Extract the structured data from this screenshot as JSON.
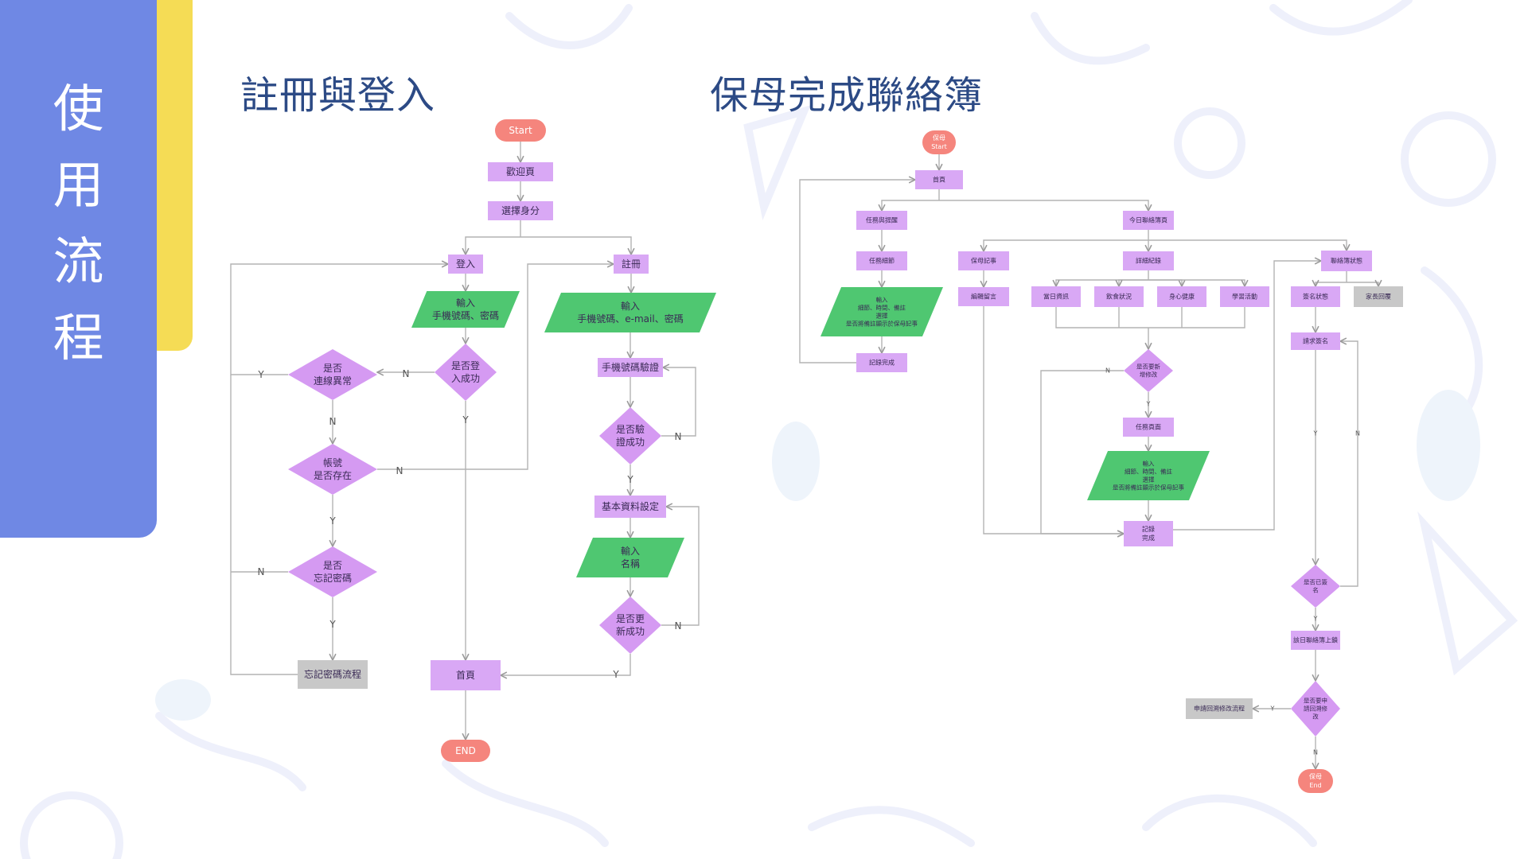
{
  "sidebar": {
    "title_chars": [
      "使",
      "用",
      "流",
      "程"
    ]
  },
  "colors": {
    "sidebar_blue": "#6f88e4",
    "sidebar_yellow": "#f5dc55",
    "title_text": "#2c4a85",
    "process_fill": "#d9a8f5",
    "decision_fill": "#d59af2",
    "io_fill": "#4fc771",
    "terminal_fill": "#f5857d",
    "neutral_fill": "#c8c8c8",
    "connector": "#9a9a9a"
  },
  "flowchart_register_login": {
    "title": "註冊與登入",
    "nodes": {
      "start": "Start",
      "welcome": "歡迎頁",
      "choose_role": "選擇身分",
      "login": "登入",
      "register": "註冊",
      "login_input": [
        "輸入",
        "手機號碼、密碼"
      ],
      "login_success": [
        "是否登",
        "入成功"
      ],
      "connection_error": [
        "是否",
        "連線異常"
      ],
      "account_exists": [
        "帳號",
        "是否存在"
      ],
      "forgot_password": [
        "是否",
        "忘記密碼"
      ],
      "forgot_flow": "忘記密碼流程",
      "register_input": [
        "輸入",
        "手機號碼、e-mail、密碼"
      ],
      "phone_verify": "手機號碼驗證",
      "verify_success": [
        "是否驗",
        "證成功"
      ],
      "basic_settings": "基本資料設定",
      "name_input": [
        "輸入",
        "名稱"
      ],
      "update_success": [
        "是否更",
        "新成功"
      ],
      "home": "首頁",
      "end": "END"
    },
    "edge_labels": {
      "login_fail": "N",
      "conn_yes": "Y",
      "conn_no": "N",
      "account_no": "N",
      "account_yes": "Y",
      "forgot_no": "N",
      "forgot_yes": "Y",
      "login_yes": "Y",
      "verify_no": "N",
      "verify_yes": "Y",
      "update_no": "N",
      "update_yes": "Y"
    }
  },
  "flowchart_nanny_diary": {
    "title": "保母完成聯絡簿",
    "nodes": {
      "start": [
        "保母",
        "Start"
      ],
      "home": "首頁",
      "task_reminder": "任務與提醒",
      "task_detail": "任務細節",
      "task_input": [
        "輸入",
        "細節、時間、備註",
        "選擇",
        "是否將備註顯示於保母記事"
      ],
      "record_done": "記錄完成",
      "today_diary": "今日聯絡簿頁",
      "nanny_notes": "保母記事",
      "edit_message": "編輯留言",
      "detail_record": "詳細紀錄",
      "daily_info": "當日資訊",
      "diet": "飲食狀況",
      "health": "身心健康",
      "learning": "學習活動",
      "need_edit": [
        "是否要新",
        "增修改"
      ],
      "task_page": "任務頁面",
      "task_input2": [
        "輸入",
        "細節、時間、備註",
        "選擇",
        "是否將備註顯示於保母記事"
      ],
      "record_done2": [
        "記錄",
        "完成"
      ],
      "diary_status": "聯絡簿狀態",
      "sign_status": "簽名狀態",
      "parent_reply": "家長回覆",
      "request_sign": "請求簽名",
      "signed": [
        "是否已簽",
        "名"
      ],
      "diary_uploaded": "該日聯絡簿上鎖",
      "parent_request_edit": [
        "是否要申",
        "請回溯修",
        "改"
      ],
      "apply_edit_flow": "申請回溯修改流程",
      "end": [
        "保母",
        "End"
      ]
    },
    "edge_labels": {
      "need_edit_no": "N",
      "need_edit_yes": "Y",
      "sign_loop_yes": "Y",
      "sign_loop_no": "N",
      "signed_yes": "Y",
      "request_yes": "Y",
      "request_no": "N"
    }
  }
}
